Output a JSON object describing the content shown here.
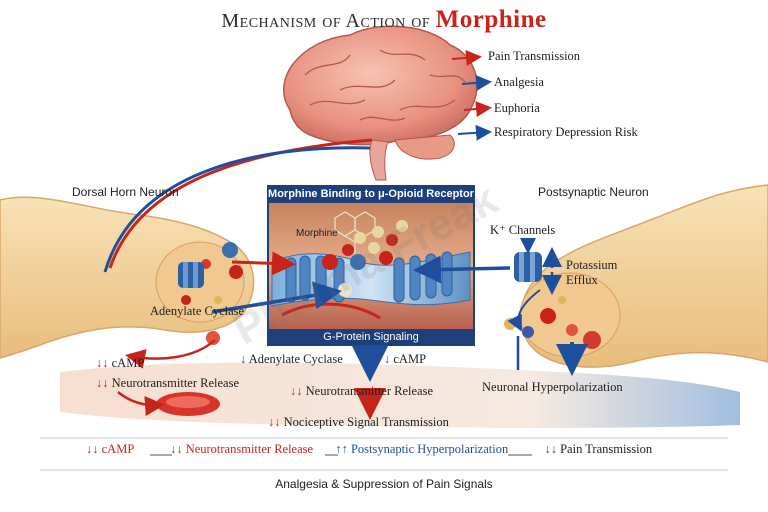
{
  "title": {
    "prefix": "Mechanism of Action of",
    "drug": "Morphine"
  },
  "brain_effects": [
    {
      "arrow": "→",
      "label": "Pain Transmission",
      "color": "#c8241c"
    },
    {
      "arrow": "→",
      "label": "Analgesia",
      "color": "#1f4f9c"
    },
    {
      "arrow": "→",
      "label": "Euphoria",
      "color": "#c8241c"
    },
    {
      "arrow": "→",
      "label": "Respiratory Depression Risk",
      "color": "#1f4f9c"
    }
  ],
  "left_neuron": {
    "title": "Dorsal Horn Neuron",
    "enzyme_label": "Adenylate Cyclase",
    "camp_arrows": "↓↓",
    "camp_label": "cAMP",
    "release_arrows": "↓↓",
    "release_label": "Neurotransmitter Release"
  },
  "center_panel": {
    "title": "Morphine Binding to μ-Opioid Receptor",
    "ligand_label": "Morphine",
    "footer": "G-Protein Signaling",
    "cascade": {
      "enzyme_arrow": "↓",
      "enzyme_label": "Adenylate Cyclase",
      "camp_arrow": "↓",
      "camp_label": "cAMP",
      "release_arrows": "↓↓",
      "release_label": "Neurotransmitter Release",
      "signal_arrows": "↓↓",
      "signal_label": "Nociceptive Signal Transmission"
    }
  },
  "right_neuron": {
    "title": "Postsynaptic Neuron",
    "channel_label": "K⁺ Channels",
    "efflux_label_1": "Potassium",
    "efflux_label_2": "Efflux",
    "result_label": "Neuronal Hyperpolarization"
  },
  "summary_row": [
    {
      "arrows": "↓↓",
      "label": "cAMP",
      "color": "#c8241c"
    },
    {
      "arrows": "↓↓",
      "label": "Neurotransmitter Release",
      "color": "#c8241c"
    },
    {
      "arrows": "↑↑",
      "label": "Postsynaptic Hyperpolarization",
      "color": "#1f4f9c"
    },
    {
      "arrows": "↓↓",
      "label": "Pain Transmission",
      "color": "#1f4f9c"
    }
  ],
  "summary_separator": "—",
  "caption": "Analgesia & Suppression of Pain Signals",
  "watermark": "Pharma Freak",
  "colors": {
    "inhibit": "#c8241c",
    "activate": "#1f4f9c",
    "panel": "#1d3f7a",
    "neuron": "#f3d6a0",
    "brain": "#f0a596"
  }
}
